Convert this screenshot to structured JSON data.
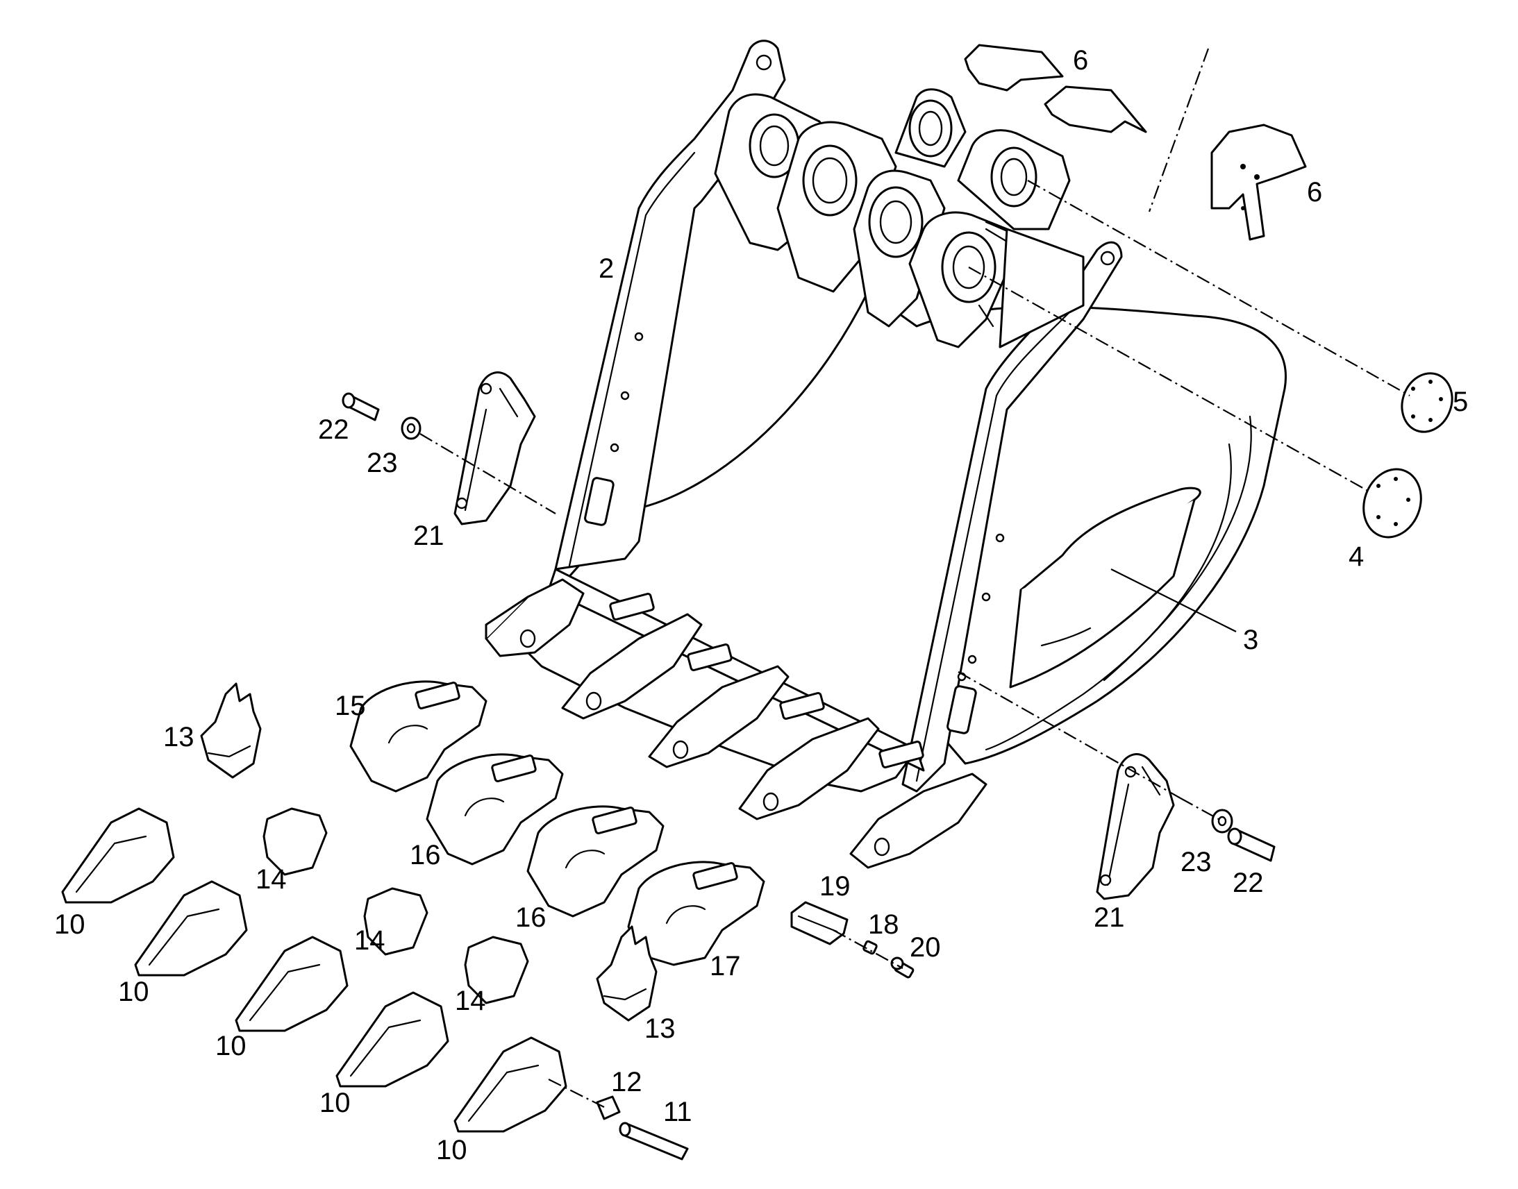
{
  "callouts": [
    {
      "id": "c2",
      "text": "2"
    },
    {
      "id": "c3",
      "text": "3"
    },
    {
      "id": "c4",
      "text": "4"
    },
    {
      "id": "c5",
      "text": "5"
    },
    {
      "id": "c6a",
      "text": "6"
    },
    {
      "id": "c6b",
      "text": "6"
    },
    {
      "id": "c10a",
      "text": "10"
    },
    {
      "id": "c10b",
      "text": "10"
    },
    {
      "id": "c10c",
      "text": "10"
    },
    {
      "id": "c10d",
      "text": "10"
    },
    {
      "id": "c10e",
      "text": "10"
    },
    {
      "id": "c11",
      "text": "11"
    },
    {
      "id": "c12",
      "text": "12"
    },
    {
      "id": "c13a",
      "text": "13"
    },
    {
      "id": "c13b",
      "text": "13"
    },
    {
      "id": "c14a",
      "text": "14"
    },
    {
      "id": "c14b",
      "text": "14"
    },
    {
      "id": "c14c",
      "text": "14"
    },
    {
      "id": "c15",
      "text": "15"
    },
    {
      "id": "c16a",
      "text": "16"
    },
    {
      "id": "c16b",
      "text": "16"
    },
    {
      "id": "c17",
      "text": "17"
    },
    {
      "id": "c18",
      "text": "18"
    },
    {
      "id": "c19",
      "text": "19"
    },
    {
      "id": "c20",
      "text": "20"
    },
    {
      "id": "c21a",
      "text": "21"
    },
    {
      "id": "c21b",
      "text": "21"
    },
    {
      "id": "c22a",
      "text": "22"
    },
    {
      "id": "c22b",
      "text": "22"
    },
    {
      "id": "c23a",
      "text": "23"
    },
    {
      "id": "c23b",
      "text": "23"
    }
  ]
}
